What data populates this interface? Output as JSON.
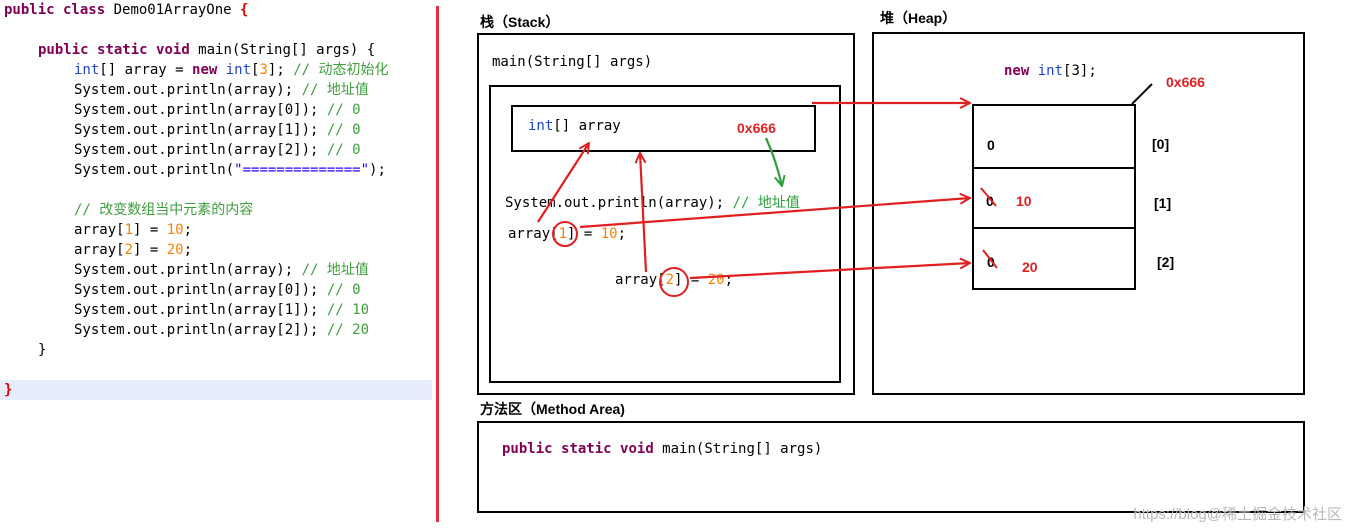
{
  "code": {
    "class_decl": [
      "public",
      " class ",
      "Demo01ArrayOne",
      " {"
    ],
    "main_decl": [
      "public",
      " ",
      "static",
      " ",
      "void",
      " main(String[] args) {"
    ],
    "line1": [
      "int",
      "[] array = ",
      "new",
      " ",
      "int",
      "[",
      "3",
      "]; ",
      "// 动态初始化"
    ],
    "line2": [
      "System.out.println(array); ",
      "// 地址值"
    ],
    "line3": [
      "System.out.println(array[0]); ",
      "// 0"
    ],
    "line4": [
      "System.out.println(array[1]); ",
      "// 0"
    ],
    "line5": [
      "System.out.println(array[2]); ",
      "// 0"
    ],
    "line6": [
      "System.out.println(",
      "\"==============\"",
      ");"
    ],
    "comment2": "// 改变数组当中元素的内容",
    "line7": [
      "array[",
      "1",
      "] = ",
      "10",
      ";"
    ],
    "line8": [
      "array[",
      "2",
      "] = ",
      "20",
      ";"
    ],
    "line9": [
      "System.out.println(array); ",
      "// 地址值"
    ],
    "line10": [
      "System.out.println(array[0]); ",
      "// 0"
    ],
    "line11": [
      "System.out.println(array[1]); ",
      "// 10"
    ],
    "line12": [
      "System.out.println(array[2]); ",
      "// 20"
    ],
    "close_main": "}",
    "close_class": "}"
  },
  "diagram": {
    "stack_title": "栈（Stack）",
    "heap_title": "堆（Heap）",
    "method_title": "方法区（Method Area)",
    "main_frame": "main(String[] args)",
    "var_type": "int",
    "var_rest": "[] array",
    "var_address": "0x666",
    "println_code": "System.out.println(array); ",
    "println_comment": "// 地址值",
    "assign1": [
      "array[",
      "1",
      "] = ",
      "10",
      ";"
    ],
    "assign2": [
      "array[",
      "2",
      "] = ",
      "20",
      ";"
    ],
    "heap_new": [
      "new",
      " ",
      "int",
      "[3];"
    ],
    "heap_address": "0x666",
    "cells": [
      {
        "value": "0",
        "new_value": "",
        "index": "[0]"
      },
      {
        "value": "0",
        "new_value": "10",
        "index": "[1]"
      },
      {
        "value": "0",
        "new_value": "20",
        "index": "[2]"
      }
    ],
    "method_content": [
      "public",
      " ",
      "static",
      " ",
      "void",
      " main(String[] args)"
    ]
  },
  "watermark": "https://blog@稀土掘金技术社区"
}
